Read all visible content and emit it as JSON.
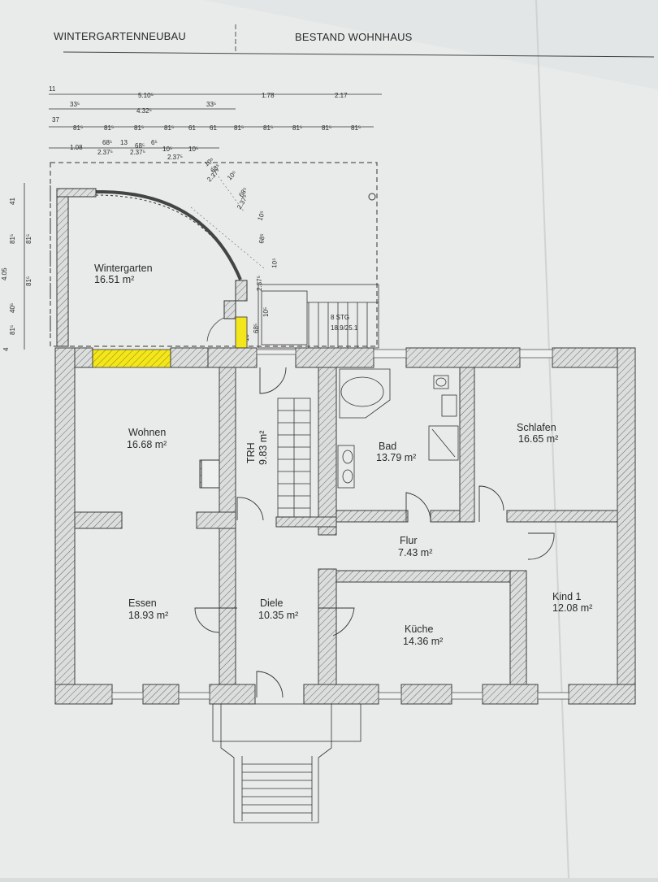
{
  "header": {
    "left": "WINTERGARTENNEUBAU",
    "right": "BESTAND WOHNHAUS"
  },
  "dimensions": {
    "row1": [
      "11",
      "5.10⁵",
      "1.78",
      "2.17"
    ],
    "row2": [
      "33⁵",
      "4.32⁵",
      "33⁵"
    ],
    "row3": [
      "37",
      "81⁵",
      "81⁵",
      "81⁵",
      "81⁵",
      "61",
      "61",
      "81⁵",
      "81⁵",
      "81⁵",
      "81⁵",
      "81⁵"
    ],
    "row4": [
      "1.08",
      "68⁵",
      "13",
      "68⁵",
      "6⁵",
      "10⁵",
      "10⁵",
      "2.37⁵",
      "2.37⁵",
      "2.37⁵"
    ],
    "left_side": [
      "41",
      "81⁵",
      "81⁵",
      "4.05",
      "81⁵",
      "40⁵",
      "81⁵",
      "4"
    ],
    "diagonal": [
      "10⁵",
      "68⁵",
      "2.37⁵",
      "10⁵",
      "68⁵",
      "2.37⁵",
      "10⁵",
      "68⁵",
      "10⁵",
      "2.37⁵",
      "10⁵",
      "68⁵",
      "10⁵"
    ]
  },
  "rooms": {
    "wintergarten": {
      "name": "Wintergarten",
      "area": "16.51 m²"
    },
    "wohnen": {
      "name": "Wohnen",
      "area": "16.68 m²"
    },
    "trh": {
      "name": "TRH",
      "area": "9.83 m²"
    },
    "bad": {
      "name": "Bad",
      "area": "13.79 m²"
    },
    "schlafen": {
      "name": "Schlafen",
      "area": "16.65 m²"
    },
    "flur": {
      "name": "Flur",
      "area": "7.43 m²"
    },
    "essen": {
      "name": "Essen",
      "area": "18.93 m²"
    },
    "diele": {
      "name": "Diele",
      "area": "10.35 m²"
    },
    "kueche": {
      "name": "Küche",
      "area": "14.36 m²"
    },
    "kind1": {
      "name": "Kind 1",
      "area": "12.08 m²"
    }
  },
  "stair_note": {
    "line1": "8 STG",
    "line2": "18.9/25.1"
  },
  "colors": {
    "paper": "#e9eceb",
    "wall_fill": "#d9dbdb",
    "wall_stroke": "#3d3d3d",
    "highlight": "#f3e61a"
  }
}
